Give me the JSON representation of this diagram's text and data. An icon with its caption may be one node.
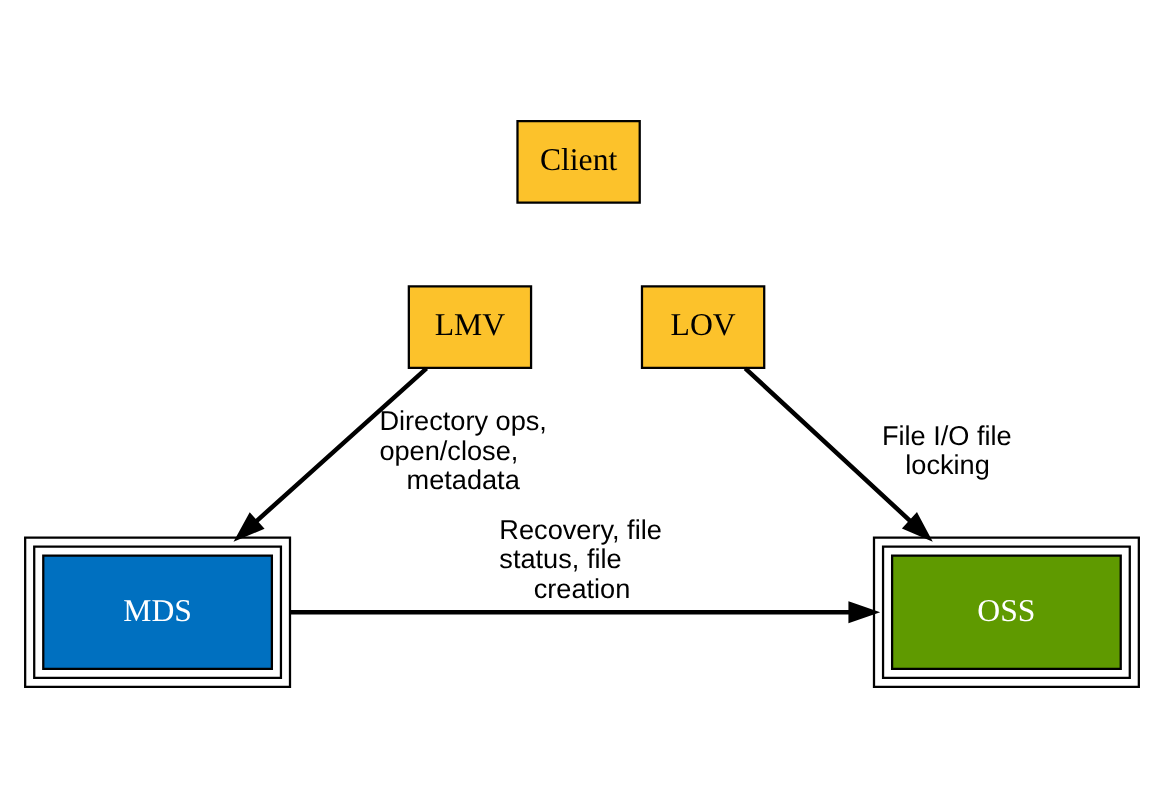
{
  "diagram": {
    "nodes": [
      {
        "text": [
          "Client"
        ]
      },
      {
        "text": [
          "LMV"
        ]
      },
      {
        "text": [
          "LOV"
        ]
      },
      {
        "text": [
          "MDS"
        ]
      },
      {
        "text": [
          "OSS"
        ]
      }
    ],
    "edges": [
      {
        "from": 1,
        "to": 3,
        "arrow": "to",
        "label": "Directory ops, open/close, metadata"
      },
      {
        "from": 2,
        "to": 4,
        "arrow": "to",
        "label": "File I/O file locking"
      },
      {
        "from": 3,
        "to": 4,
        "arrow": "to",
        "label": "Recovery, file status, file creation"
      }
    ]
  }
}
